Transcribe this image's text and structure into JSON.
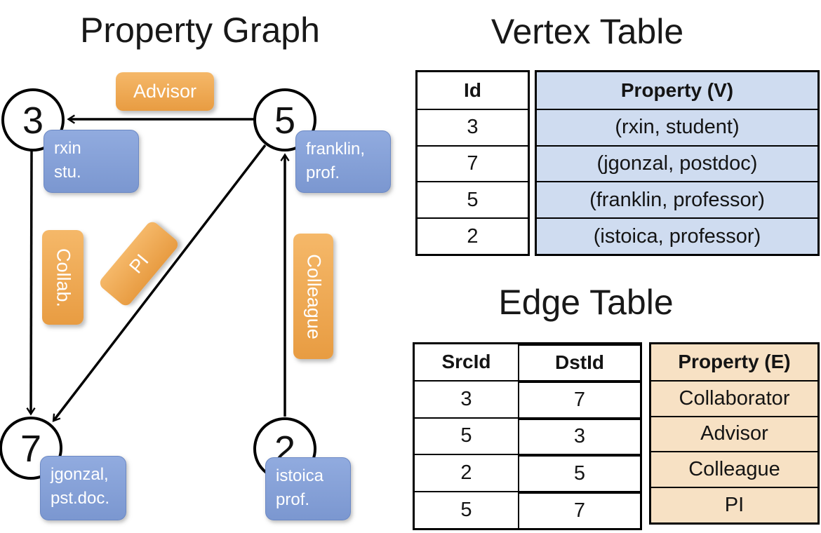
{
  "colors": {
    "orange_box_top": "#f5b869",
    "orange_box_bottom": "#e89c42",
    "blue_box_top": "#91abdf",
    "blue_box_bottom": "#7b97d0",
    "vertex_cell_bg": "#cfdcf0",
    "edge_cell_bg": "#f7e1c4",
    "line": "#000000"
  },
  "graph": {
    "title": "Property Graph",
    "nodes": [
      {
        "id": "3"
      },
      {
        "id": "5"
      },
      {
        "id": "7"
      },
      {
        "id": "2"
      }
    ],
    "node_properties": [
      {
        "line1": "rxin",
        "line2": "stu."
      },
      {
        "line1": "franklin,",
        "line2": "prof."
      },
      {
        "line1": "jgonzal,",
        "line2": "pst.doc."
      },
      {
        "line1": "istoica",
        "line2": "prof."
      }
    ],
    "edge_labels": {
      "advisor": "Advisor",
      "collab": "Collab.",
      "pi": "PI",
      "colleague": "Colleague"
    }
  },
  "vertex_table": {
    "title": "Vertex Table",
    "headers": {
      "id": "Id",
      "property": "Property (V)"
    },
    "rows": [
      {
        "id": "3",
        "property": "(rxin, student)"
      },
      {
        "id": "7",
        "property": "(jgonzal, postdoc)"
      },
      {
        "id": "5",
        "property": "(franklin, professor)"
      },
      {
        "id": "2",
        "property": "(istoica, professor)"
      }
    ]
  },
  "edge_table": {
    "title": "Edge Table",
    "headers": {
      "src": "SrcId",
      "dst": "DstId",
      "property": "Property (E)"
    },
    "rows": [
      {
        "src": "3",
        "dst": "7",
        "property": "Collaborator"
      },
      {
        "src": "5",
        "dst": "3",
        "property": "Advisor"
      },
      {
        "src": "2",
        "dst": "5",
        "property": "Colleague"
      },
      {
        "src": "5",
        "dst": "7",
        "property": "PI"
      }
    ]
  }
}
